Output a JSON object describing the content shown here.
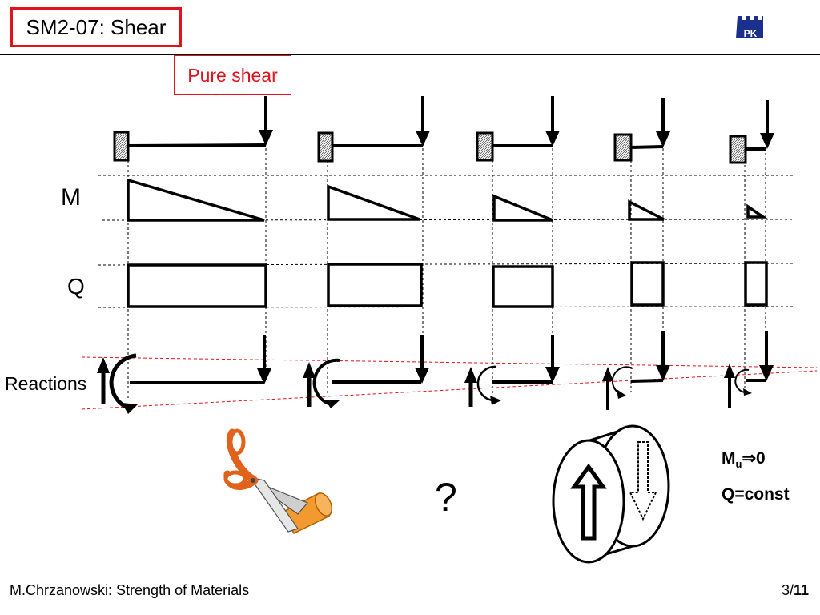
{
  "header": {
    "title": "SM2-07: Shear",
    "logo_icon": "pk-university-logo-icon"
  },
  "diagram": {
    "pure_shear_label": "Pure shear",
    "row_labels": {
      "moment": "M",
      "shear": "Q",
      "reactions": "Reactions"
    },
    "question_mark": "?",
    "conclusion": {
      "moment_symbol": "M",
      "moment_subscript": "u",
      "moment_limit": "⇒0",
      "shear_statement": "Q=const"
    },
    "icons": [
      "scissors-cutting-rod-icon",
      "cylinder-shear-section-icon"
    ],
    "accent_color": "#e0121b"
  },
  "footer": {
    "author_course": "M.Chrzanowski: Strength of Materials",
    "page_current": "3/",
    "page_total": "11"
  }
}
